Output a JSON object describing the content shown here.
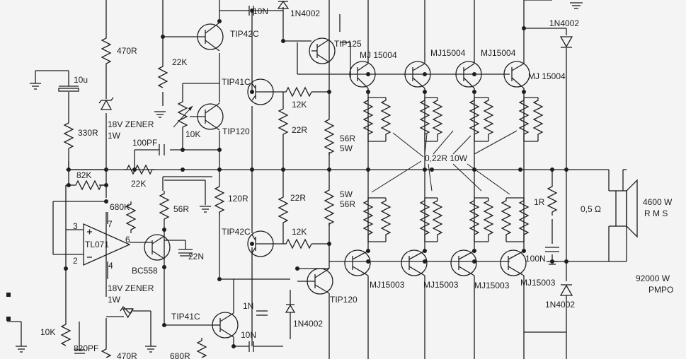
{
  "labels": {
    "r_470_top": "470R",
    "r_22k_top": "22K",
    "r_330": "330R",
    "c_10u": "10u",
    "zener_top_a": "18V ZENER",
    "zener_top_b": "1W",
    "pot_10k": "10K",
    "c_100pf": "100PF",
    "r_82k": "82K",
    "r_22k_fb": "22K",
    "r_680k": "680K",
    "r_56r_small": "56R",
    "r_120r": "120R",
    "c_22n": "22N",
    "bc558": "BC558",
    "tl071": "TL071",
    "pin3": "3",
    "pin2": "2",
    "pin7": "7",
    "pin4": "4",
    "pin6": "6",
    "zener_bot_a": "18V ZENER",
    "zener_bot_b": "1W",
    "r_10k_in": "10K",
    "c_820pf": "820PF",
    "r_470_bot": "470R",
    "r_680_bot": "680R",
    "tip41c_bot": "TIP41C",
    "tip42c_top": "TIP42C",
    "tip41c_mid": "TIP41C",
    "tip120_top": "TIP120",
    "tip125": "TIP125",
    "tip42c_mid": "TIP42C",
    "tip120_bot": "TIP120",
    "r_12k_top": "12K",
    "r_12k_bot": "12K",
    "r_22r_top": "22R",
    "r_22r_bot": "22R",
    "r_56r_5w_top_a": "56R",
    "r_56r_5w_top_b": "5W",
    "r_56r_5w_bot_a": "5W",
    "r_56r_5w_bot_b": "56R",
    "c_10n_top": "10N",
    "c_10n_bot": "10N",
    "c_1n": "1N",
    "d_1n4002_a": "1N4002",
    "d_1n4002_b": "1N4002",
    "d_1n4002_c": "1N4002",
    "d_1n4002_d": "1N4002",
    "mj15004_1": "MJ 15004",
    "mj15004_2": "MJ15004",
    "mj15004_3": "MJ15004",
    "mj15004_4": "MJ 15004",
    "mj15003_1": "MJ15003",
    "mj15003_2": "MJ15003",
    "mj15003_3": "MJ15003",
    "mj15003_4": "MJ15003",
    "emitter_res": "0,22R 10W",
    "r_1r": "1R",
    "c_100n": "100N",
    "speaker_imp": "0,5 Ω",
    "power_rms_a": "4600 W",
    "power_rms_b": "R M S",
    "power_pmpo_a": "92000 W",
    "power_pmpo_b": "PMPO"
  }
}
